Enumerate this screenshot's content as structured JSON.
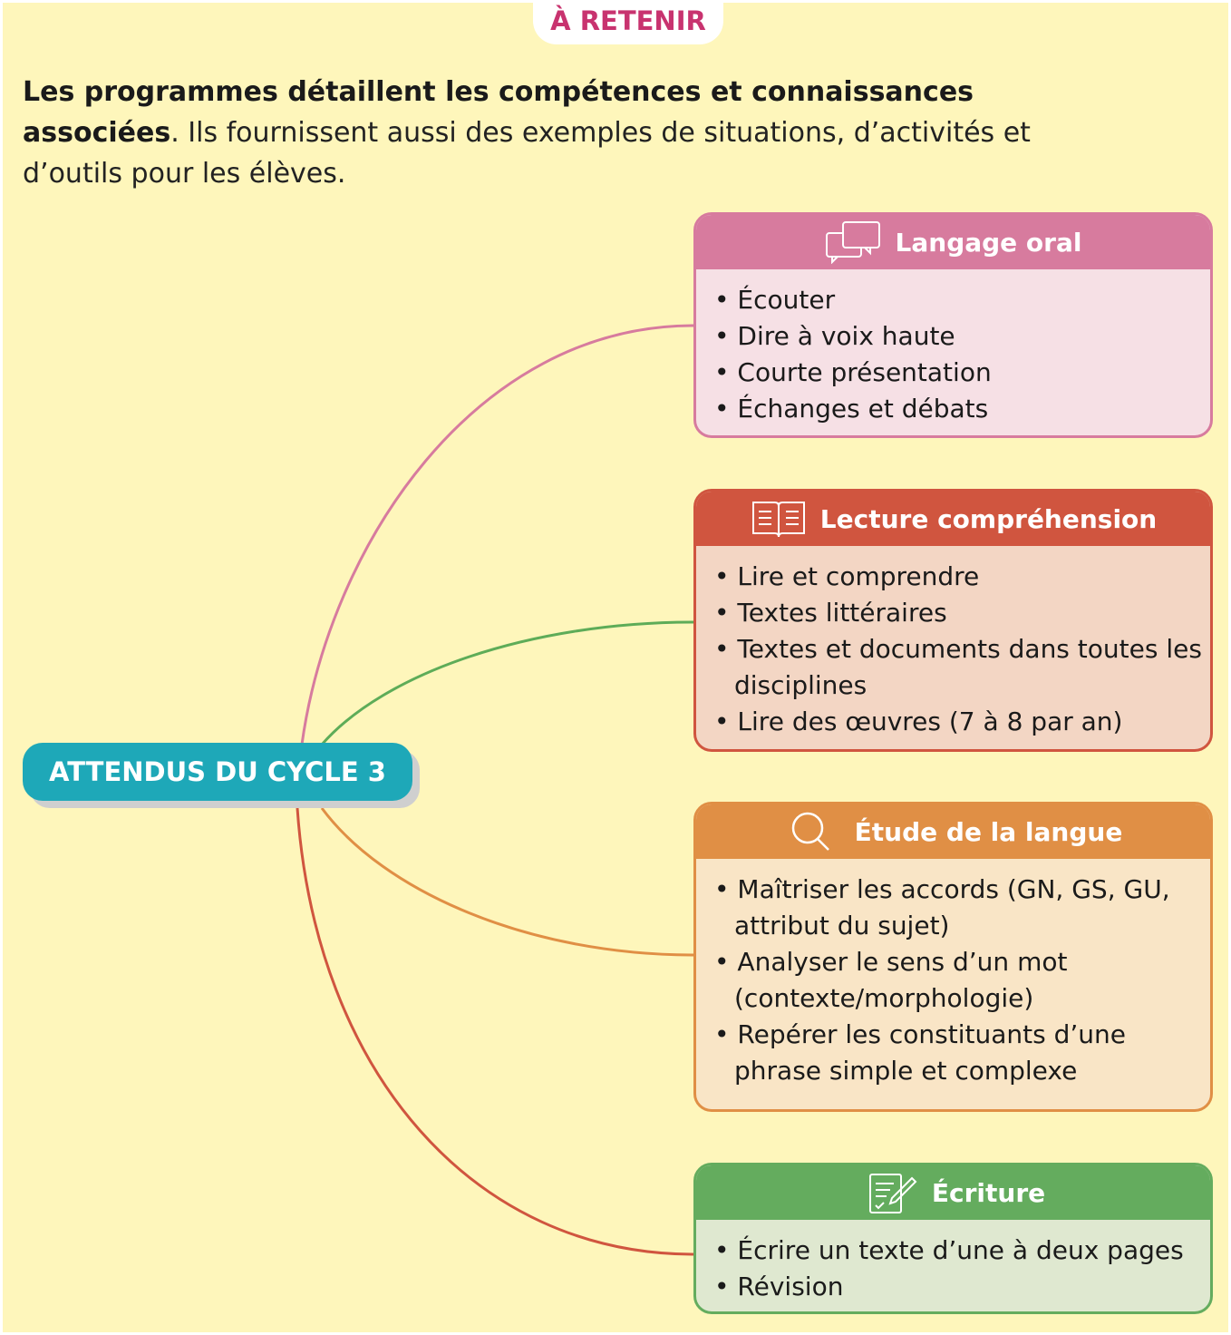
{
  "badge": "À RETENIR",
  "intro": {
    "bold": "Les programmes détaillent les compétences et connaissances associées",
    "rest": ". Ils fournissent aussi des exemples de situations, d’activités et d’outils pour les élèves."
  },
  "center": "ATTENDUS DU CYCLE 3",
  "boxes": [
    {
      "title": "Langage oral",
      "icon": "speech-bubbles-icon",
      "color": "#d77b9e",
      "bg": "#f6e0e5",
      "items": [
        "Écouter",
        "Dire à voix haute",
        "Courte présentation",
        "Échanges et débats"
      ]
    },
    {
      "title": "Lecture compréhension",
      "icon": "open-book-icon",
      "color": "#d0553f",
      "bg": "#f3d6c4",
      "items": [
        "Lire et comprendre",
        "Textes littéraires",
        "Textes et documents dans toutes les disciplines",
        "Lire des œuvres (7 à 8 par an)"
      ]
    },
    {
      "title": "Étude de la langue",
      "icon": "magnifier-icon",
      "color": "#e08f45",
      "bg": "#f9e5c6",
      "items": [
        "Maîtriser les accords (GN, GS, GU, attribut du sujet)",
        "Analyser le sens d’un mot (contexte/morphologie)",
        "Repérer les constituants d’une phrase simple et complexe"
      ]
    },
    {
      "title": "Écriture",
      "icon": "writing-icon",
      "color": "#64ac5e",
      "bg": "#dfe8d0",
      "items": [
        "Écrire un texte d’une à deux pages",
        "Révision"
      ]
    }
  ]
}
